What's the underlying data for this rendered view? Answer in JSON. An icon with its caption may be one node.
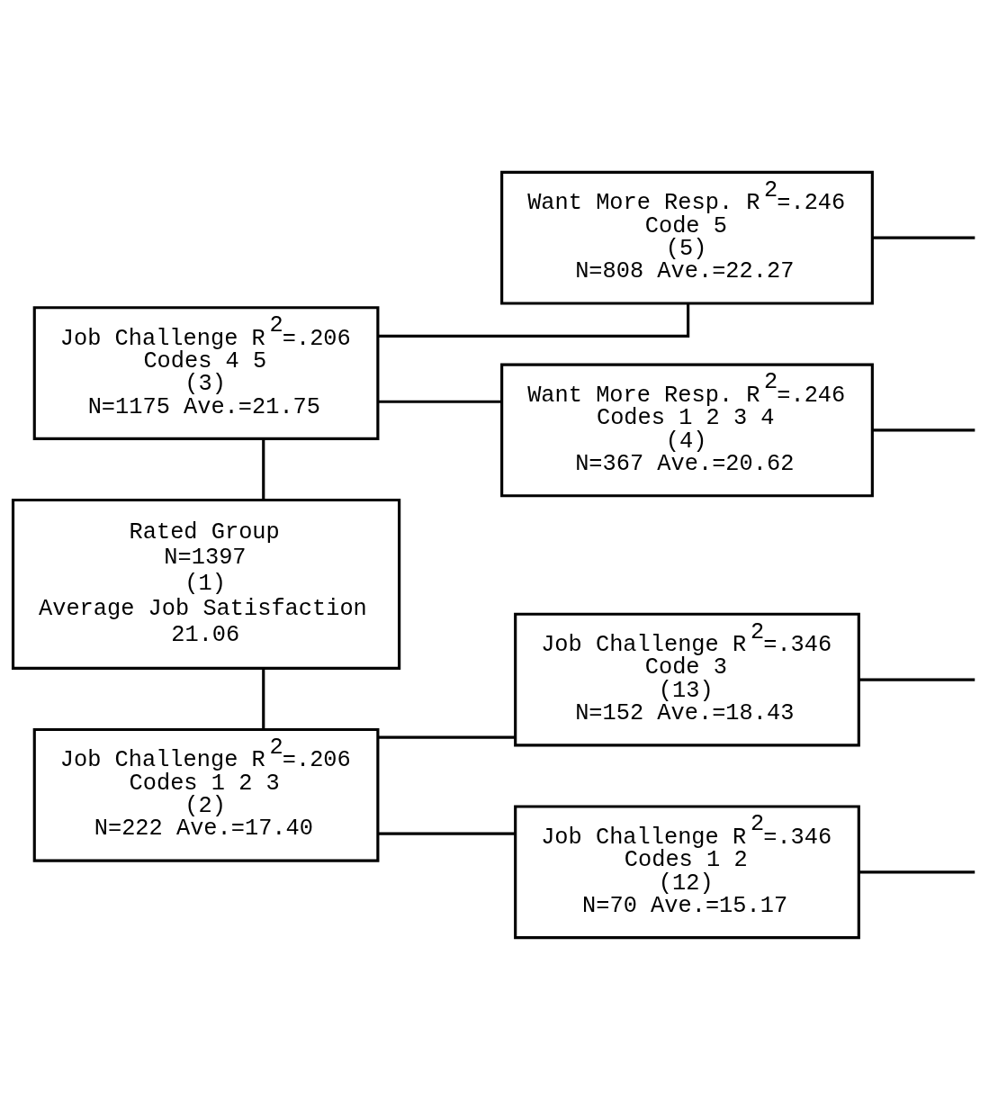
{
  "diagram": {
    "nodes": [
      {
        "text": [
          "Want More Resp. R$^{2}$=.246",
          "Code 5",
          "(5)",
          "N=808 Ave.=22.27"
        ]
      },
      {
        "text": [
          "Job Challenge R$^{2}$=.206",
          "Codes 4 5",
          "(3)",
          "N=1175 Ave.=21.75"
        ]
      },
      {
        "text": [
          "Want More Resp. R$^{2}$=.246",
          "Codes 1 2 3 4",
          "(4)",
          "N=367 Ave.=20.62"
        ]
      },
      {
        "text": [
          "Rated Group",
          "N=1397",
          "(1)",
          "Average Job Satisfaction",
          "21.06"
        ]
      },
      {
        "text": [
          "Job Challenge R$^{2}$=.346",
          "Code 3",
          "(13)",
          "N=152 Ave.=18.43"
        ]
      },
      {
        "text": [
          "Job Challenge R$^{2}$=.206",
          "Codes 1 2 3",
          "(2)",
          "N=222 Ave.=17.40"
        ]
      },
      {
        "text": [
          "Job Challenge R$^{2}$=.346",
          "Codes 1 2",
          "(12)",
          "N=70 Ave.=15.17"
        ]
      }
    ],
    "edges": [
      {
        "from": 3,
        "to": 1,
        "arrow": "none"
      },
      {
        "from": 3,
        "to": 5,
        "arrow": "none"
      },
      {
        "from": 1,
        "to": 0,
        "arrow": "none"
      },
      {
        "from": 1,
        "to": 2,
        "arrow": "none"
      },
      {
        "from": 5,
        "to": 4,
        "arrow": "none"
      },
      {
        "from": 5,
        "to": 6,
        "arrow": "none"
      },
      {
        "from": 0,
        "to": null,
        "arrow": "none"
      },
      {
        "from": 2,
        "to": null,
        "arrow": "none"
      },
      {
        "from": 4,
        "to": null,
        "arrow": "none"
      },
      {
        "from": 6,
        "to": null,
        "arrow": "none"
      }
    ]
  }
}
